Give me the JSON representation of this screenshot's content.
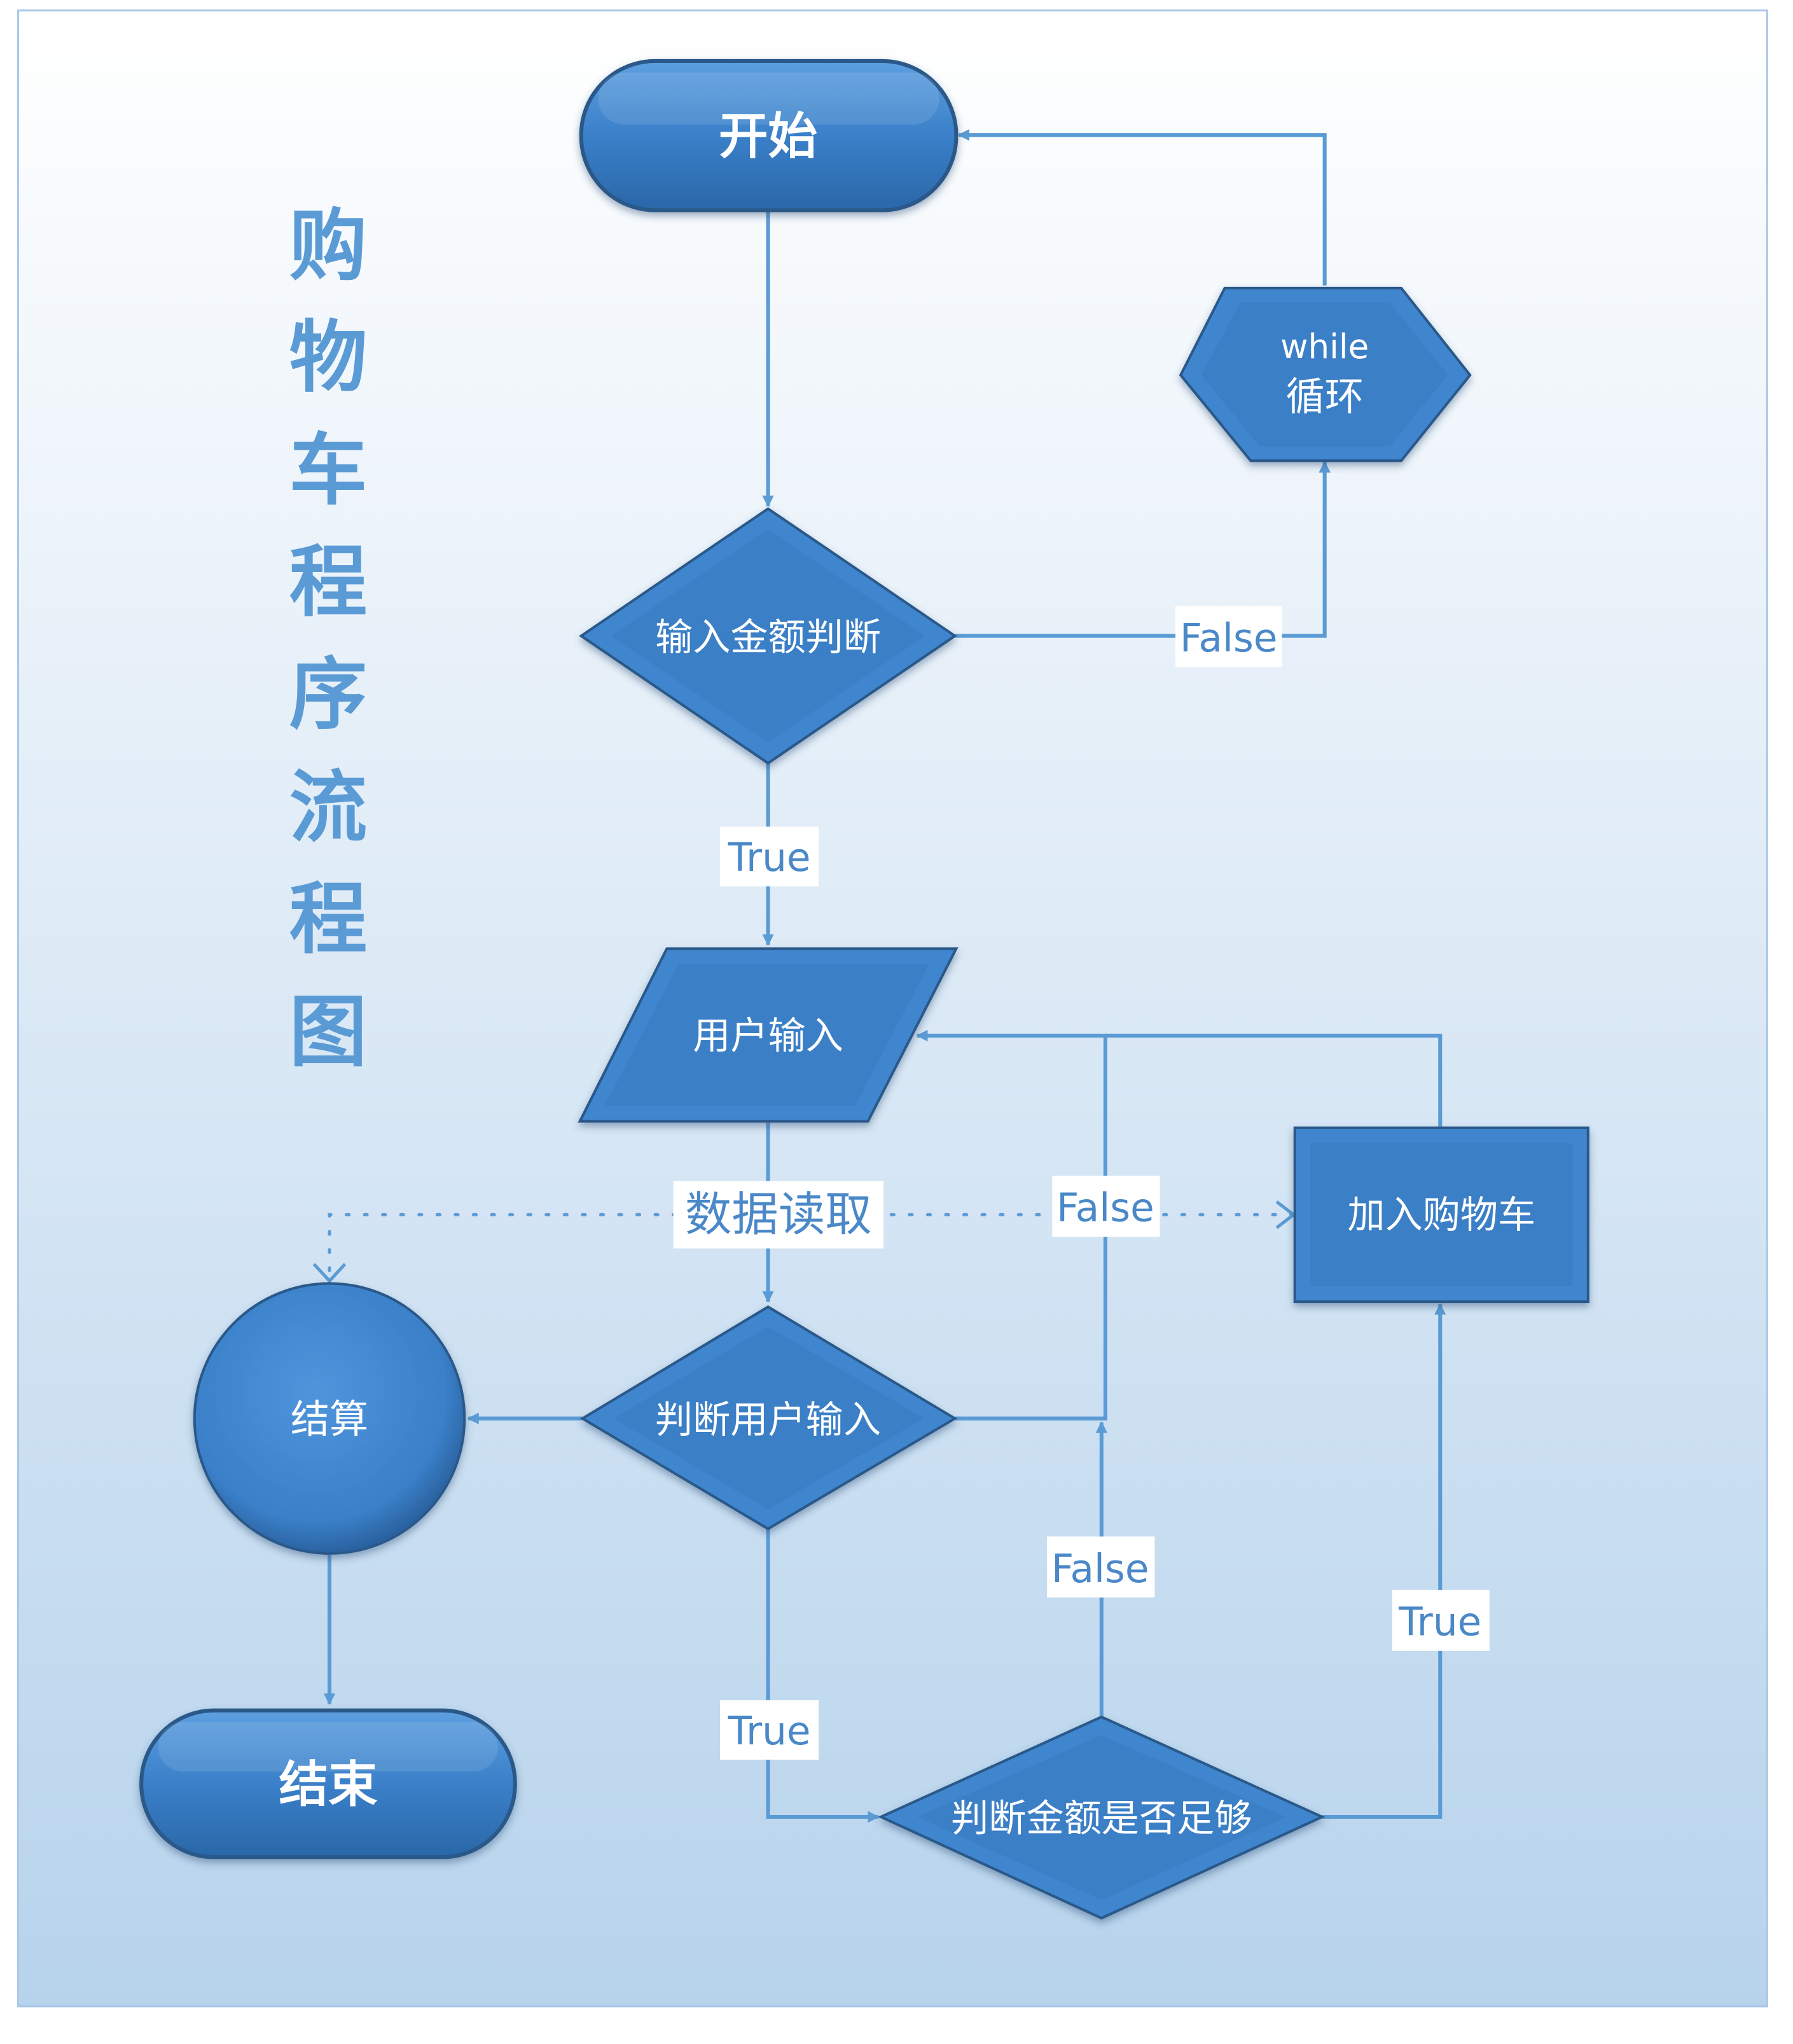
{
  "title_chars": [
    "购",
    "物",
    "车",
    "程",
    "序",
    "流",
    "程",
    "图"
  ],
  "nodes": {
    "start": "开始",
    "input_amount_check": "输入金额判断",
    "while_loop_line1": "while",
    "while_loop_line2": "循环",
    "user_input": "用户输入",
    "add_to_cart": "加入购物车",
    "check_user_input": "判断用户输入",
    "checkout": "结算",
    "end": "结束",
    "check_amount_enough": "判断金额是否足够"
  },
  "edge_labels": {
    "amount_false": "False",
    "amount_true": "True",
    "data_read": "数据读取",
    "input_false": "False",
    "input_true": "True",
    "enough_false": "False",
    "enough_true": "True"
  },
  "colors": {
    "node_fill": "#3f86cf",
    "node_dark": "#2d5f97",
    "connector": "#5b9bd5",
    "background_top": "#ffffff",
    "background_bottom": "#b7d3ec",
    "title": "#5b9bd5"
  }
}
